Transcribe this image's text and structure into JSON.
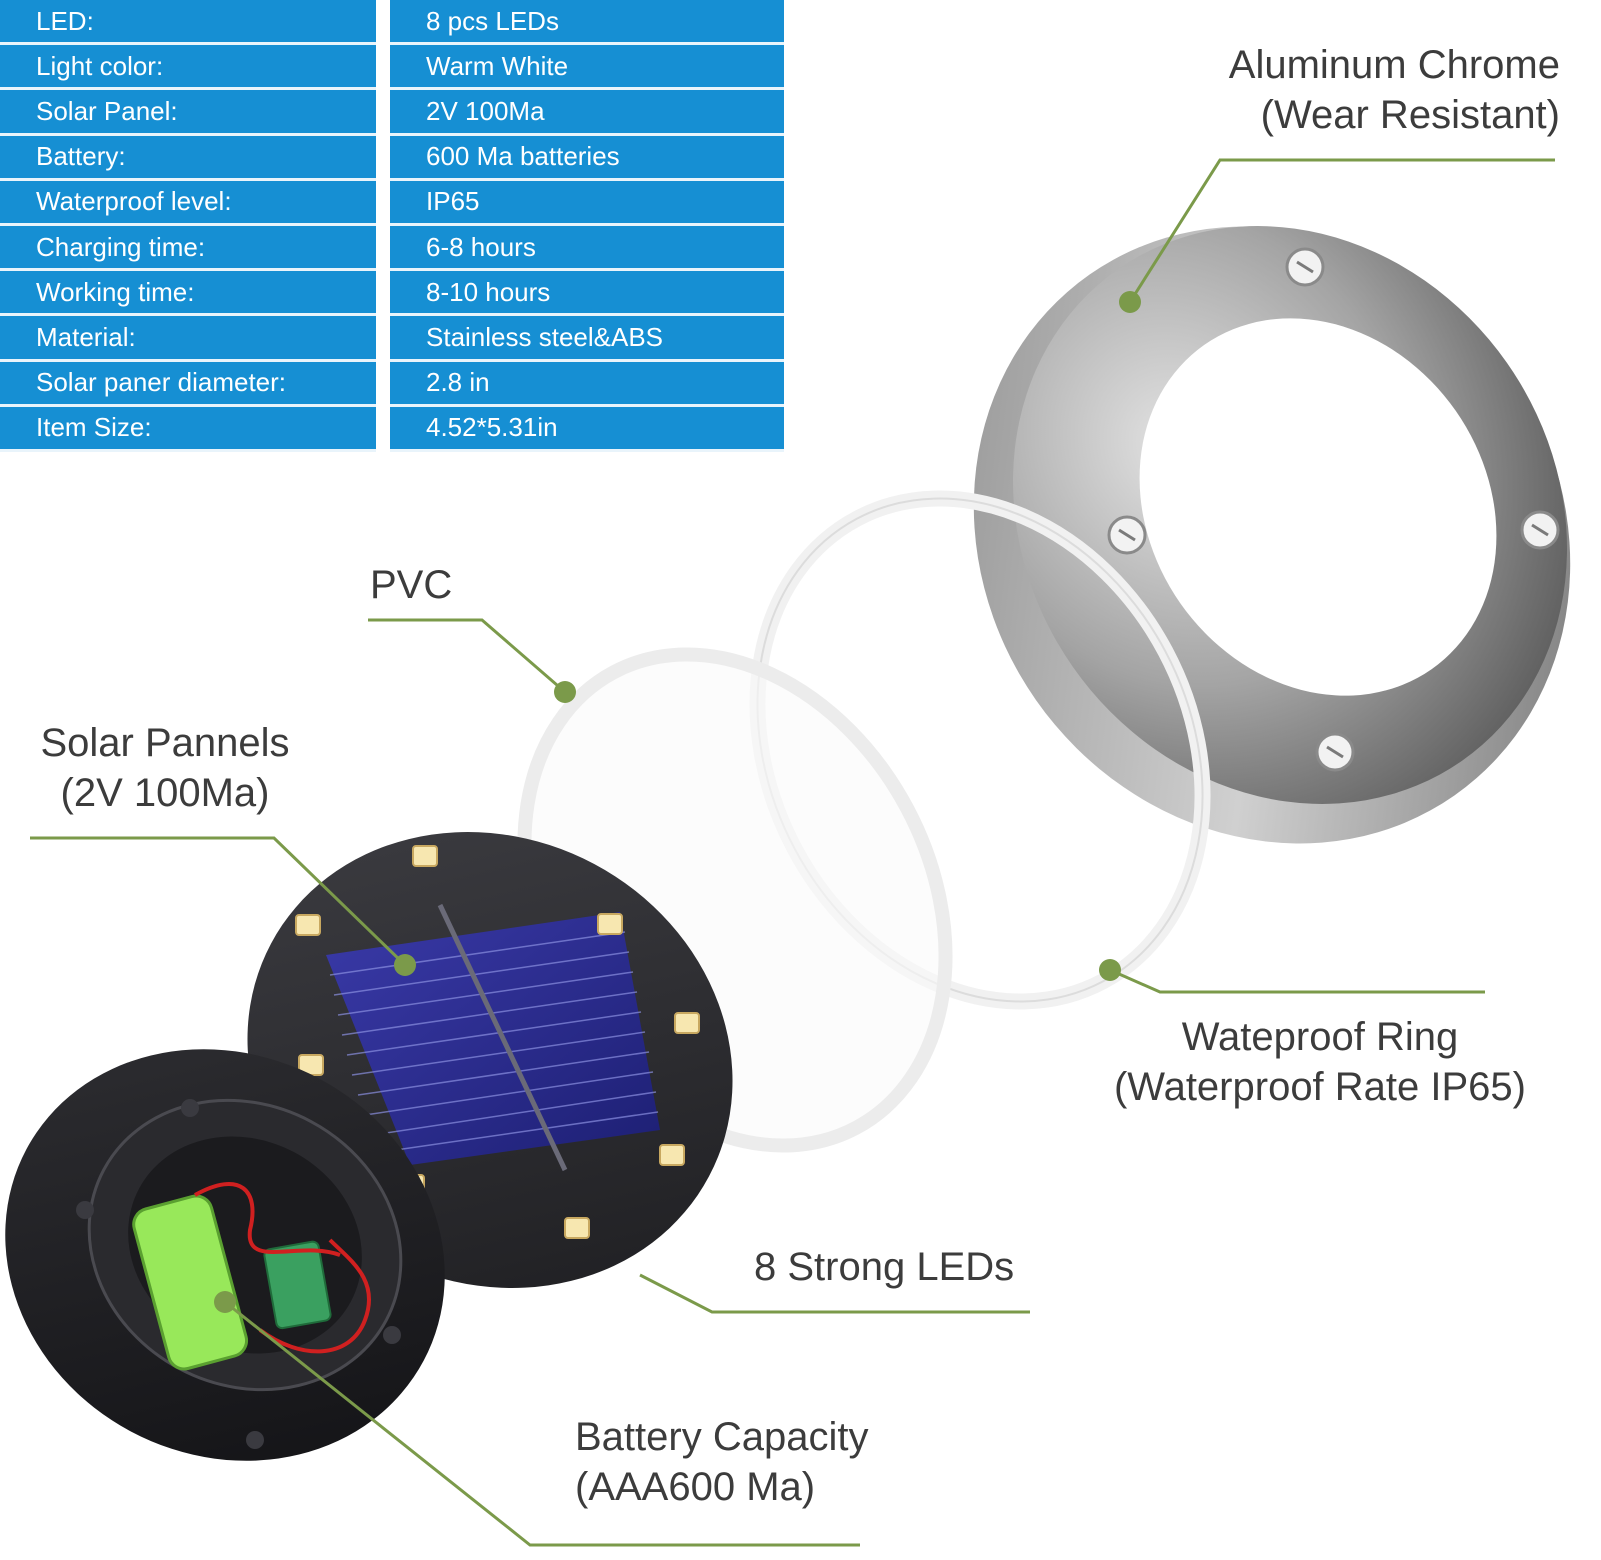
{
  "spec_table": {
    "rows": [
      {
        "key": "LED:",
        "value": "8 pcs LEDs"
      },
      {
        "key": "Light color:",
        "value": "Warm White"
      },
      {
        "key": "Solar Panel:",
        "value": "2V 100Ma"
      },
      {
        "key": "Battery:",
        "value": "600 Ma batteries"
      },
      {
        "key": "Waterproof level:",
        "value": "IP65"
      },
      {
        "key": "Charging time:",
        "value": "6-8 hours"
      },
      {
        "key": "Working time:",
        "value": "8-10 hours"
      },
      {
        "key": "Material:",
        "value": "Stainless steel&ABS"
      },
      {
        "key": "Solar paner diameter:",
        "value": "2.8 in"
      },
      {
        "key": "Item Size:",
        "value": "4.52*5.31in"
      }
    ]
  },
  "callouts": {
    "aluminum": {
      "line1": "Aluminum Chrome",
      "line2": "(Wear Resistant)"
    },
    "pvc": {
      "line1": "PVC"
    },
    "solar": {
      "line1": "Solar Pannels",
      "line2": "(2V 100Ma)"
    },
    "wateproof": {
      "line1": "Wateproof Ring",
      "line2": "(Waterproof Rate IP65)"
    },
    "leds": {
      "line1": "8 Strong LEDs"
    },
    "battery": {
      "line1": "Battery Capacity",
      "line2": "(AAA600 Ma)"
    }
  },
  "colors": {
    "table_blue": "#168fd3",
    "leader_green": "#7b9a4a",
    "label_text": "#3c3c3c"
  }
}
